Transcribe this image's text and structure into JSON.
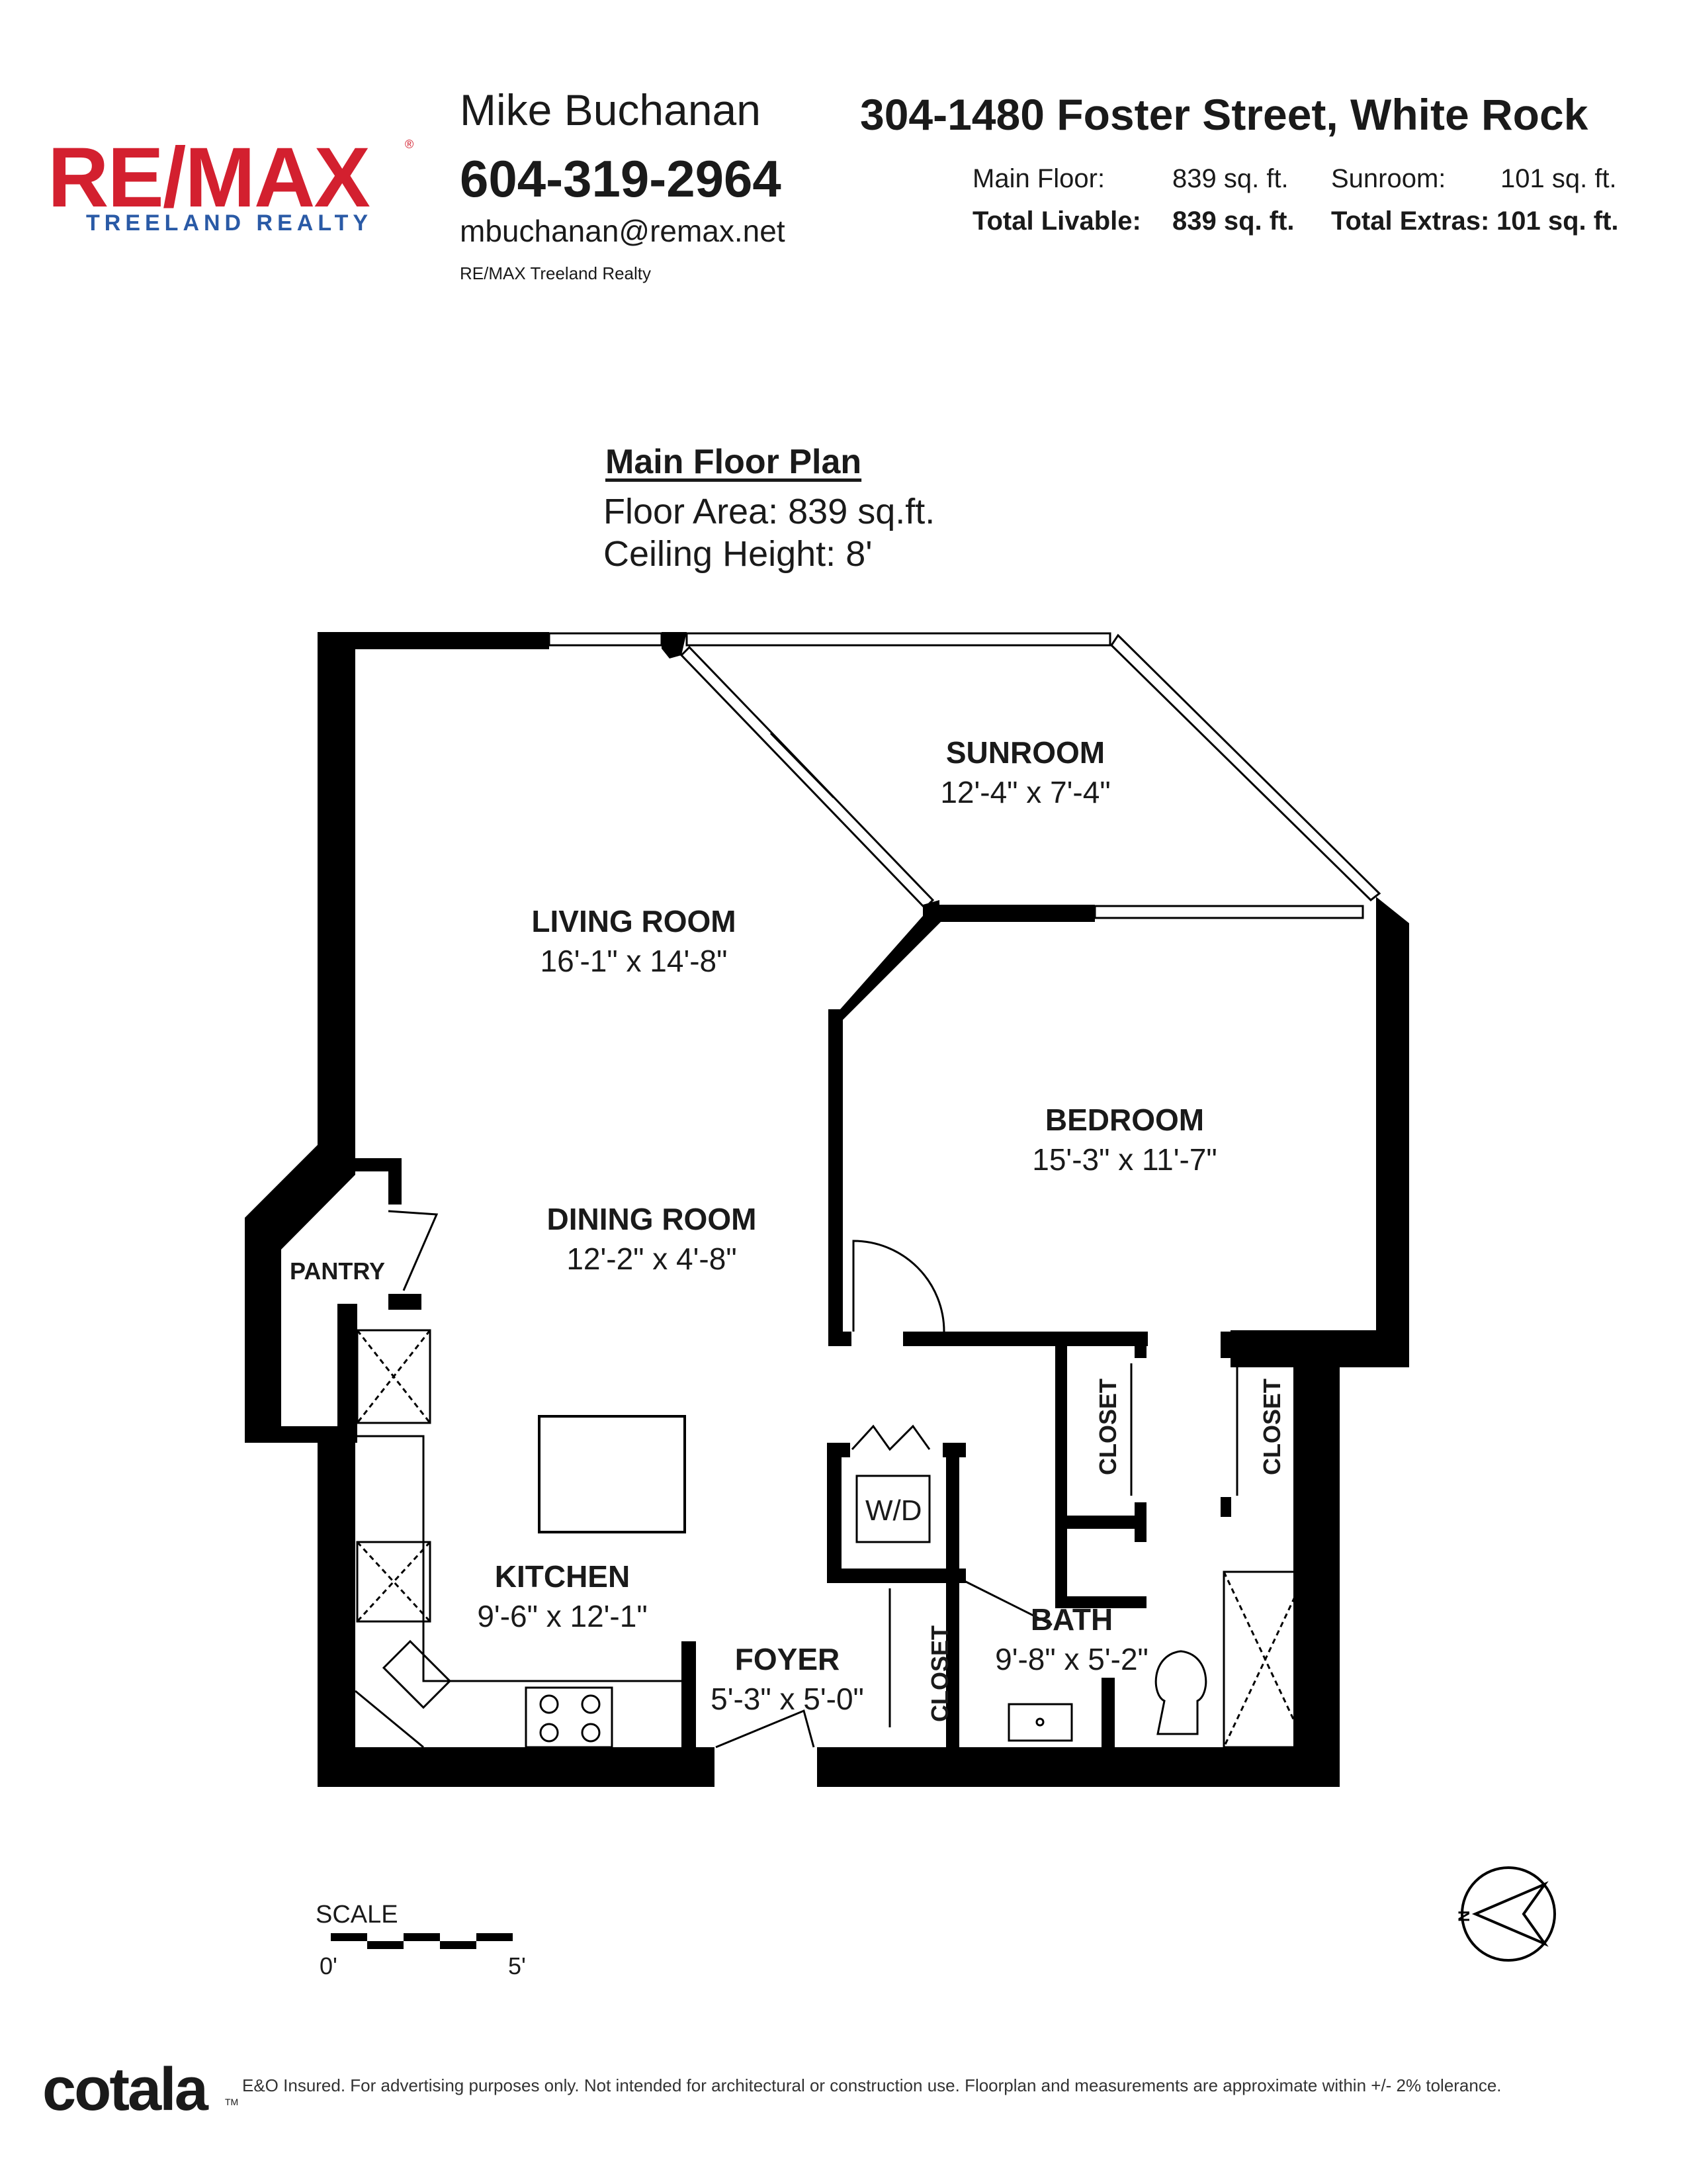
{
  "brand": {
    "logo_text": "RE/MAX",
    "logo_subtext": "TREELAND REALTY",
    "logo_registered": "®",
    "colors": {
      "red": "#d3202f",
      "blue": "#2a5aa6"
    }
  },
  "agent": {
    "name": "Mike Buchanan",
    "phone": "604-319-2964",
    "email": "mbuchanan@remax.net",
    "company": "RE/MAX Treeland Realty"
  },
  "property": {
    "address": "304-1480 Foster Street, White Rock",
    "areas": {
      "main_floor_label": "Main Floor:",
      "main_floor_value": "839 sq. ft.",
      "sunroom_label": "Sunroom:",
      "sunroom_value": "101 sq. ft.",
      "total_livable_label": "Total Livable:",
      "total_livable_value": "839 sq. ft.",
      "total_extras_label": "Total Extras:",
      "total_extras_value": "101 sq. ft."
    }
  },
  "plan": {
    "title": "Main Floor Plan",
    "floor_area": "Floor Area: 839 sq.ft.",
    "ceiling_height": "Ceiling Height: 8'"
  },
  "rooms": {
    "sunroom": {
      "name": "SUNROOM",
      "dims": "12'-4\" x 7'-4\""
    },
    "living": {
      "name": "LIVING ROOM",
      "dims": "16'-1\" x 14'-8\""
    },
    "bedroom": {
      "name": "BEDROOM",
      "dims": "15'-3\" x 11'-7\""
    },
    "dining": {
      "name": "DINING ROOM",
      "dims": "12'-2\" x 4'-8\""
    },
    "kitchen": {
      "name": "KITCHEN",
      "dims": "9'-6\" x 12'-1\""
    },
    "foyer": {
      "name": "FOYER",
      "dims": "5'-3\" x 5'-0\""
    },
    "bath": {
      "name": "BATH",
      "dims": "9'-8\" x 5'-2\""
    },
    "pantry": "PANTRY",
    "closet": "CLOSET",
    "wd": "W/D"
  },
  "scale": {
    "label": "SCALE",
    "start": "0'",
    "end": "5'"
  },
  "compass": {
    "north": "N"
  },
  "footer": {
    "brand": "cotala",
    "tm": "TM",
    "disclaimer": "E&O Insured. For advertising purposes only. Not intended for architectural or construction use. Floorplan and measurements are approximate within +/- 2% tolerance."
  }
}
